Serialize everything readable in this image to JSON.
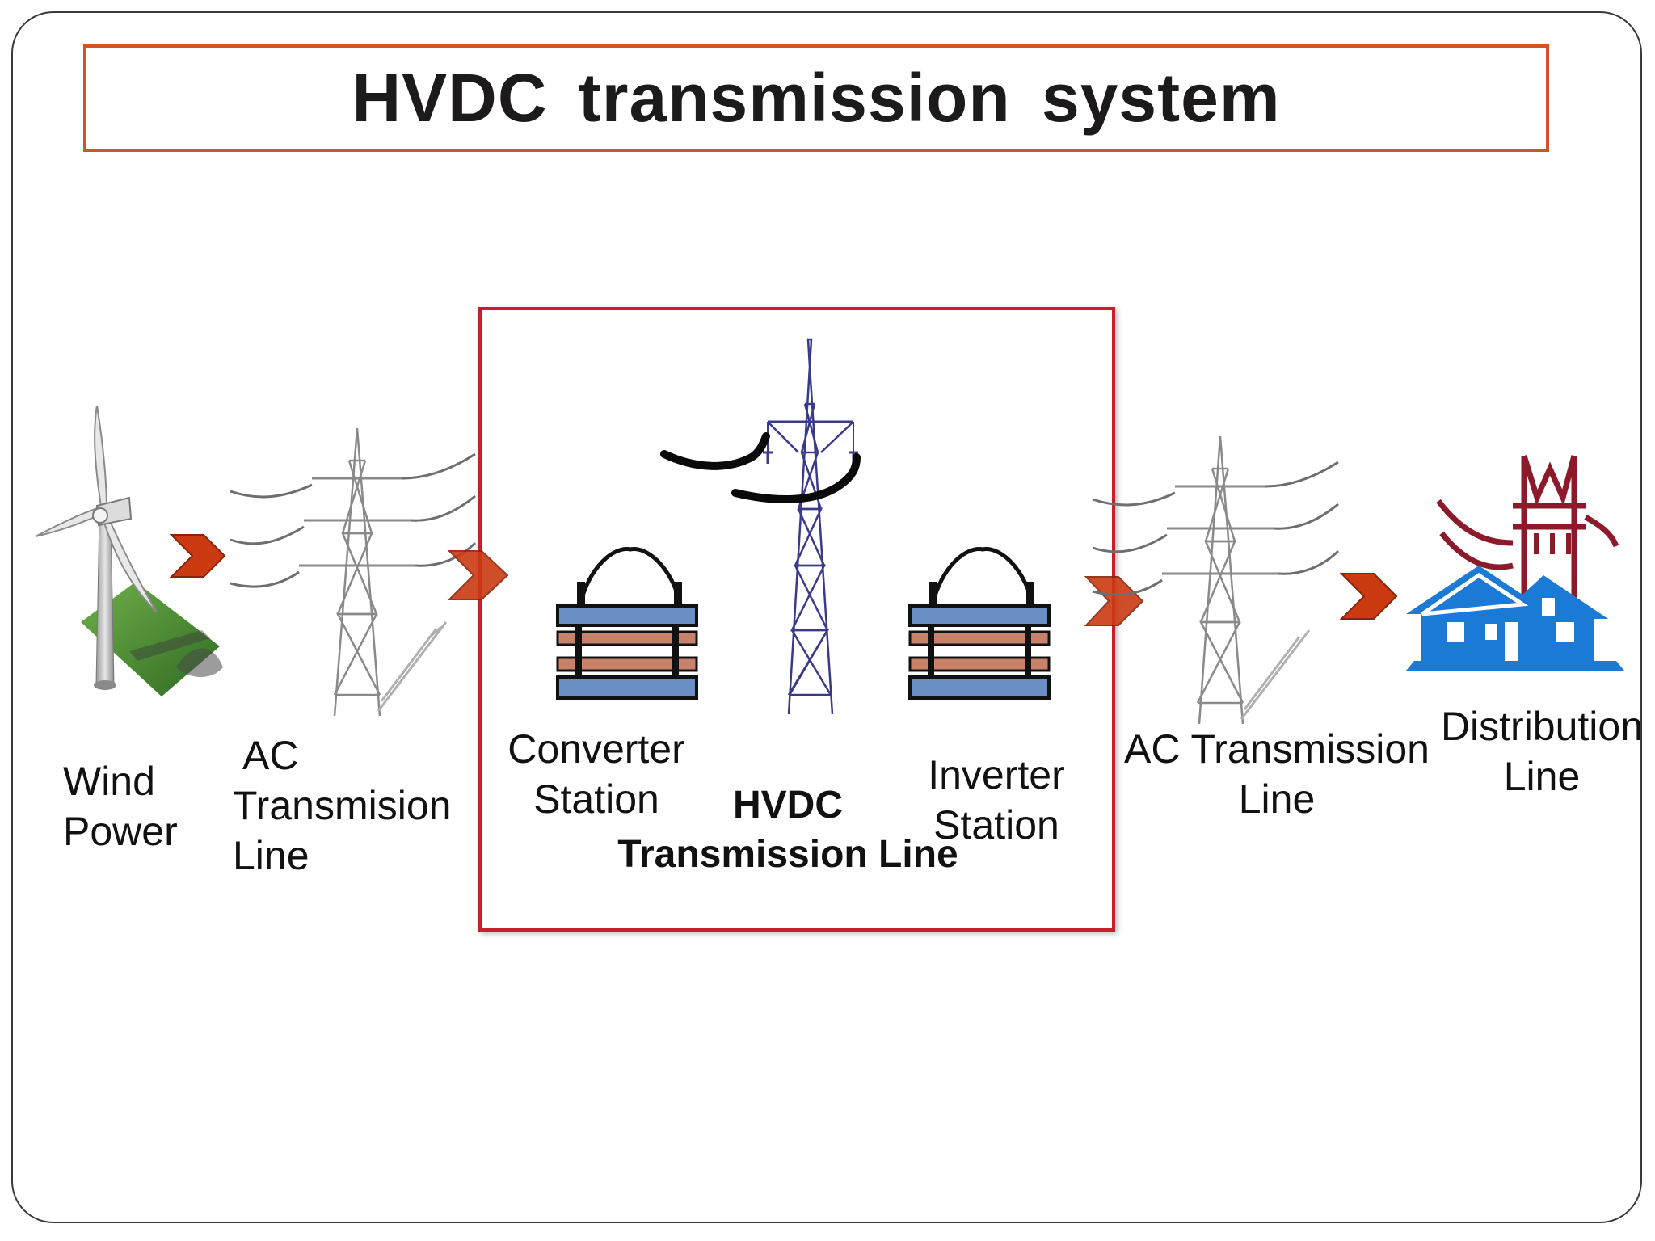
{
  "title": "HVDC  transmission system",
  "colors": {
    "title_border": "#d2522a",
    "hvdc_box_border": "#c8202a",
    "arrow": "#cc3a12",
    "converter_blue": "#6a8fc5",
    "converter_copper": "#c8826a",
    "dc_tower": "#3a3a8a",
    "ac_tower": "#8a8a8a",
    "house_blue": "#1a7ad6",
    "distribution_red": "#8c1a2a"
  },
  "icons": [
    "wind-turbine-icon",
    "ac-tower-icon",
    "converter-station-icon",
    "hvdc-tower-icon",
    "inverter-station-icon",
    "distribution-house-icon",
    "chevron-right-icon"
  ],
  "labels": {
    "wind_power": [
      "Wind",
      "Power"
    ],
    "ac_line_left": [
      "AC",
      "Transmision",
      "Line"
    ],
    "converter": [
      "Converter",
      "Station"
    ],
    "hvdc_line": [
      "HVDC",
      "Transmission Line"
    ],
    "inverter": [
      "Inverter",
      "Station"
    ],
    "ac_line_right": [
      "AC Transmission",
      "Line"
    ],
    "distribution": [
      "Distribution",
      "Line"
    ]
  }
}
